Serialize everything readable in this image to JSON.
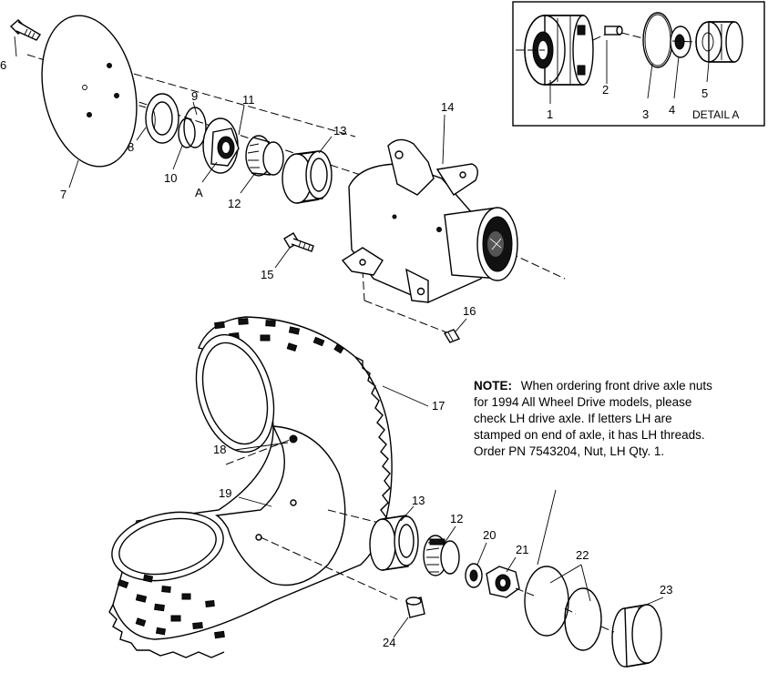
{
  "figure": {
    "detail_box": {
      "caption": "DETAIL A",
      "callouts": [
        "1",
        "2",
        "3",
        "4",
        "5"
      ]
    },
    "callouts": {
      "c6": "6",
      "c7": "7",
      "c8": "8",
      "c9": "9",
      "c10": "10",
      "cA": "A",
      "c11": "11",
      "c12a": "12",
      "c13a": "13",
      "c14": "14",
      "c15": "15",
      "c16": "16",
      "c17": "17",
      "c18": "18",
      "c19": "19",
      "c13b": "13",
      "c12b": "12",
      "c20": "20",
      "c21": "21",
      "c22": "22",
      "c23": "23",
      "c24": "24"
    },
    "note": {
      "label": "NOTE:",
      "lines": [
        "When ordering front drive axle nuts",
        "for 1994 All Wheel Drive models, please",
        "check LH drive axle.  If letters LH are",
        "stamped on end of axle, it has LH threads.",
        "Order PN 7543204, Nut, LH Qty. 1."
      ]
    }
  }
}
